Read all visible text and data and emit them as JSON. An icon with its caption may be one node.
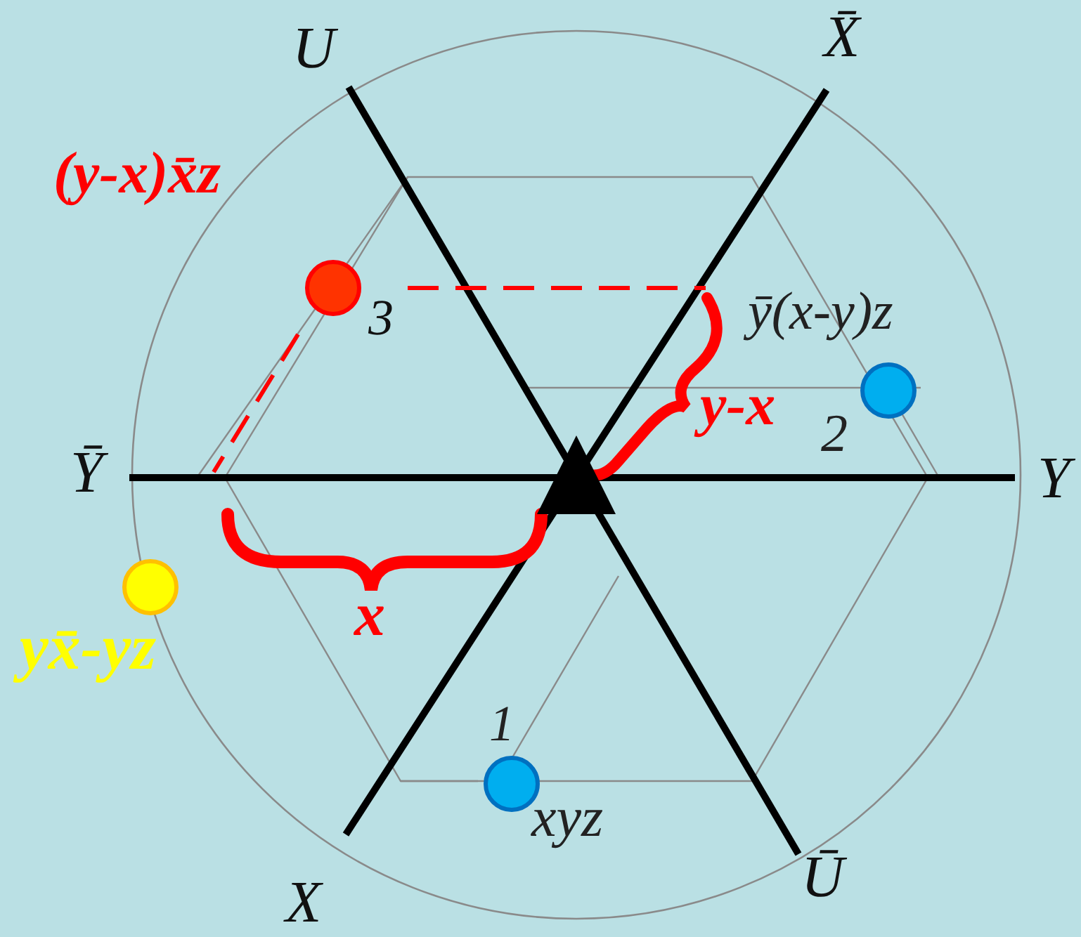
{
  "diagram": {
    "nodes": [
      {
        "text": [],
        "shape": "circle",
        "beside": [
          "(y-x)x̄z",
          "3"
        ]
      },
      {
        "text": [],
        "shape": "circle",
        "beside": [
          "ȳ(x-y)z",
          "2"
        ]
      },
      {
        "text": [],
        "shape": "circle",
        "beside": [
          "yx̄-yz"
        ]
      },
      {
        "text": [],
        "shape": "circle",
        "beside": [
          "1",
          "xyz"
        ]
      }
    ],
    "edges": [],
    "labels": [
      "U",
      "X̄",
      "y-x",
      "Ȳ",
      "Y",
      "x",
      "X",
      "Ū"
    ]
  }
}
